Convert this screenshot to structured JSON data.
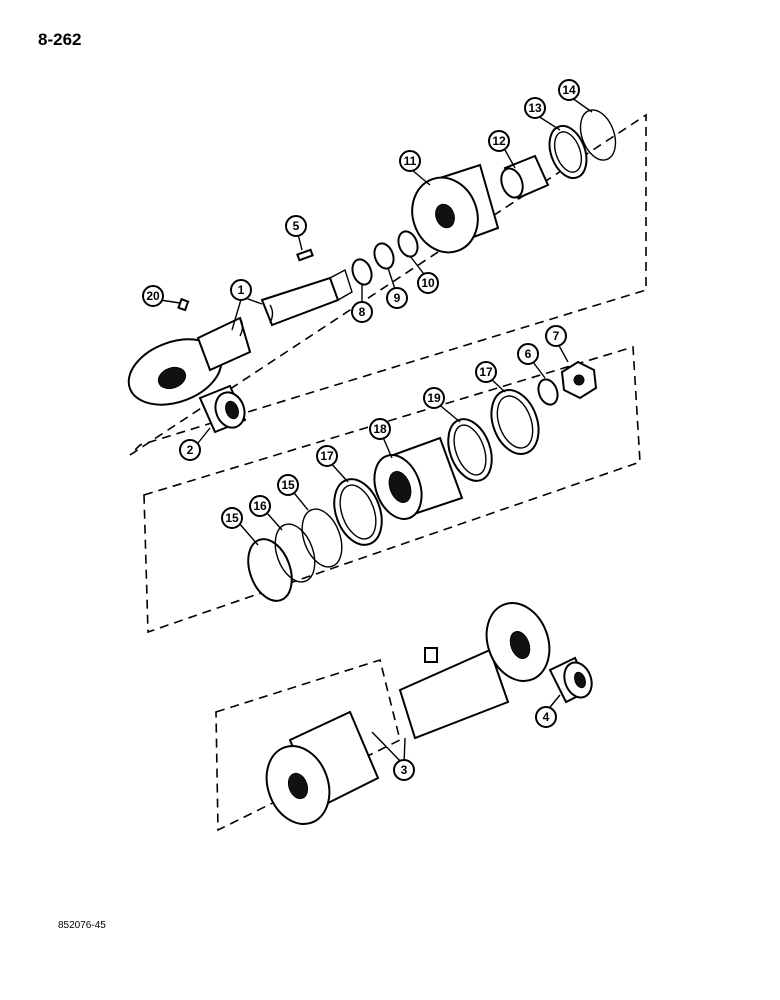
{
  "page_number": "8-262",
  "figure_code": "852076-45",
  "callouts": [
    {
      "id": "c1",
      "label": "1"
    },
    {
      "id": "c2",
      "label": "2"
    },
    {
      "id": "c3",
      "label": "3"
    },
    {
      "id": "c4",
      "label": "4"
    },
    {
      "id": "c5",
      "label": "5"
    },
    {
      "id": "c6",
      "label": "6"
    },
    {
      "id": "c7",
      "label": "7"
    },
    {
      "id": "c8",
      "label": "8"
    },
    {
      "id": "c9",
      "label": "9"
    },
    {
      "id": "c10",
      "label": "10"
    },
    {
      "id": "c11",
      "label": "11"
    },
    {
      "id": "c12",
      "label": "12"
    },
    {
      "id": "c13",
      "label": "13"
    },
    {
      "id": "c14",
      "label": "14"
    },
    {
      "id": "c15a",
      "label": "15"
    },
    {
      "id": "c15b",
      "label": "15"
    },
    {
      "id": "c16",
      "label": "16"
    },
    {
      "id": "c17a",
      "label": "17"
    },
    {
      "id": "c17b",
      "label": "17"
    },
    {
      "id": "c18",
      "label": "18"
    },
    {
      "id": "c19",
      "label": "19"
    },
    {
      "id": "c20",
      "label": "20"
    }
  ]
}
